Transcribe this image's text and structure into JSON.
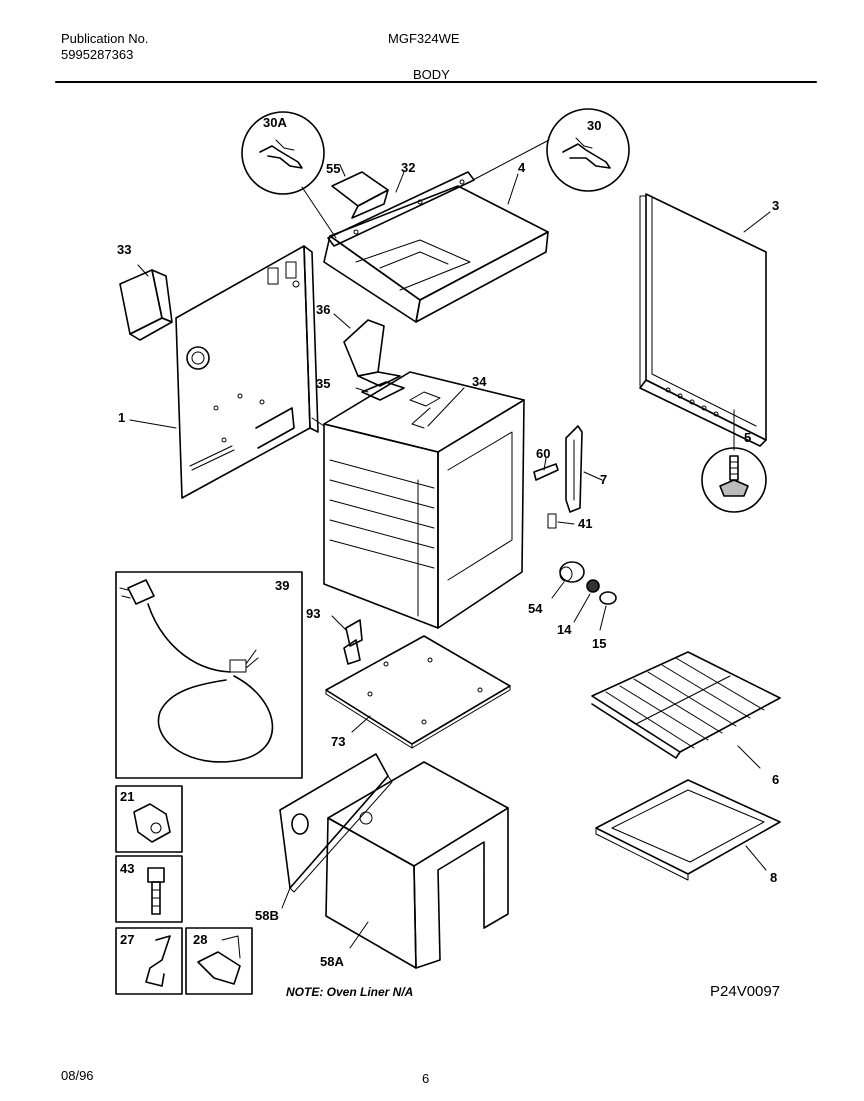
{
  "header": {
    "publication_label": "Publication No.",
    "publication_number": "5995287363",
    "model": "MGF324WE",
    "section": "BODY"
  },
  "parts": {
    "p30A": "30A",
    "p55": "55",
    "p32": "32",
    "p4": "4",
    "p30": "30",
    "p3": "3",
    "p33": "33",
    "p36": "36",
    "p35": "35",
    "p34": "34",
    "p1": "1",
    "p60": "60",
    "p7": "7",
    "p5": "5",
    "p41": "41",
    "p39": "39",
    "p54": "54",
    "p14": "14",
    "p15": "15",
    "p93": "93",
    "p73": "73",
    "p6": "6",
    "p21": "21",
    "p43": "43",
    "p8": "8",
    "p27": "27",
    "p28": "28",
    "p58B": "58B",
    "p58A": "58A"
  },
  "footer": {
    "note": "NOTE: Oven Liner N/A",
    "diagram_code": "P24V0097",
    "date": "08/96",
    "page": "6"
  }
}
